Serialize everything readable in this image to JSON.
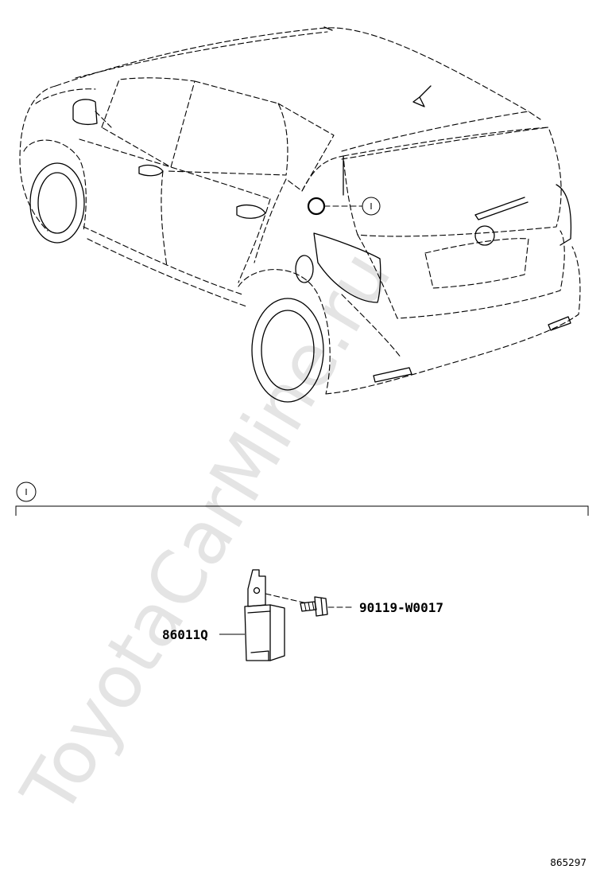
{
  "watermark": "ToyotaCarMine.ru",
  "callout": {
    "marker": "I",
    "section_marker": "I"
  },
  "parts": [
    {
      "number": "86011Q",
      "icon": "module-bracket-icon"
    },
    {
      "number": "90119-W0017",
      "icon": "bolt-icon"
    }
  ],
  "diagram_id": "865297"
}
